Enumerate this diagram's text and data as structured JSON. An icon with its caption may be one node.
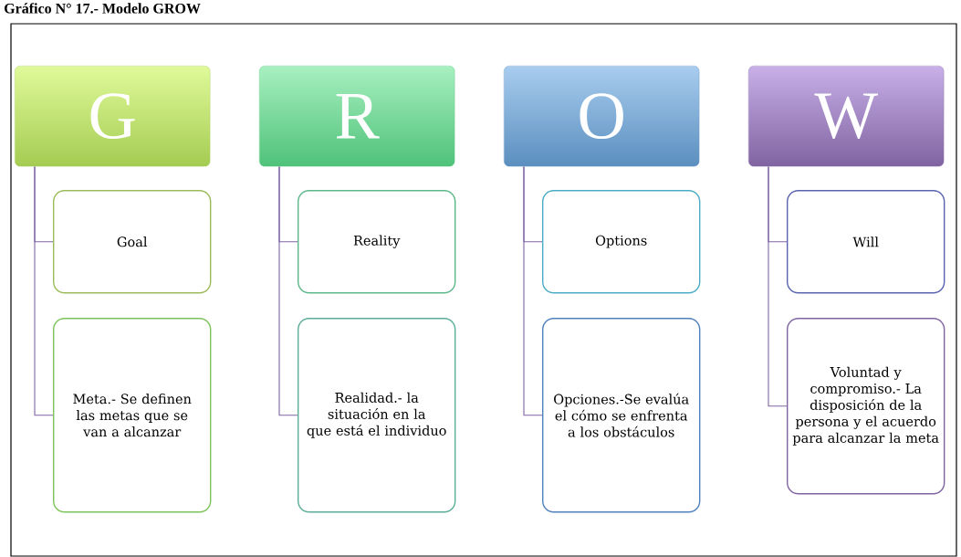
{
  "diagram": {
    "title": "Gráfico N° 17.- Modelo GROW",
    "nodes": [
      {
        "text": [
          "G"
        ]
      },
      {
        "text": [
          "Goal"
        ]
      },
      {
        "text": [
          "Meta.- Se definen las metas que se van a alcanzar"
        ]
      },
      {
        "text": [
          "R"
        ]
      },
      {
        "text": [
          "Reality"
        ]
      },
      {
        "text": [
          "Realidad.- la situación en la que está el individuo"
        ]
      },
      {
        "text": [
          "O"
        ]
      },
      {
        "text": [
          "Options"
        ]
      },
      {
        "text": [
          "Opciones.-Se evalúa el cómo se enfrenta a los obstáculos"
        ]
      },
      {
        "text": [
          "W"
        ]
      },
      {
        "text": [
          "Will"
        ]
      },
      {
        "text": [
          "Voluntad y compromiso.- La disposición de la persona y el acuerdo para alcanzar la meta"
        ]
      }
    ],
    "edges": [
      {
        "from": 0,
        "to": 1,
        "arrow": "none"
      },
      {
        "from": 0,
        "to": 2,
        "arrow": "none"
      },
      {
        "from": 3,
        "to": 4,
        "arrow": "none"
      },
      {
        "from": 3,
        "to": 5,
        "arrow": "none"
      },
      {
        "from": 6,
        "to": 7,
        "arrow": "none"
      },
      {
        "from": 6,
        "to": 8,
        "arrow": "none"
      },
      {
        "from": 9,
        "to": 10,
        "arrow": "none"
      },
      {
        "from": 9,
        "to": 11,
        "arrow": "none"
      }
    ]
  }
}
